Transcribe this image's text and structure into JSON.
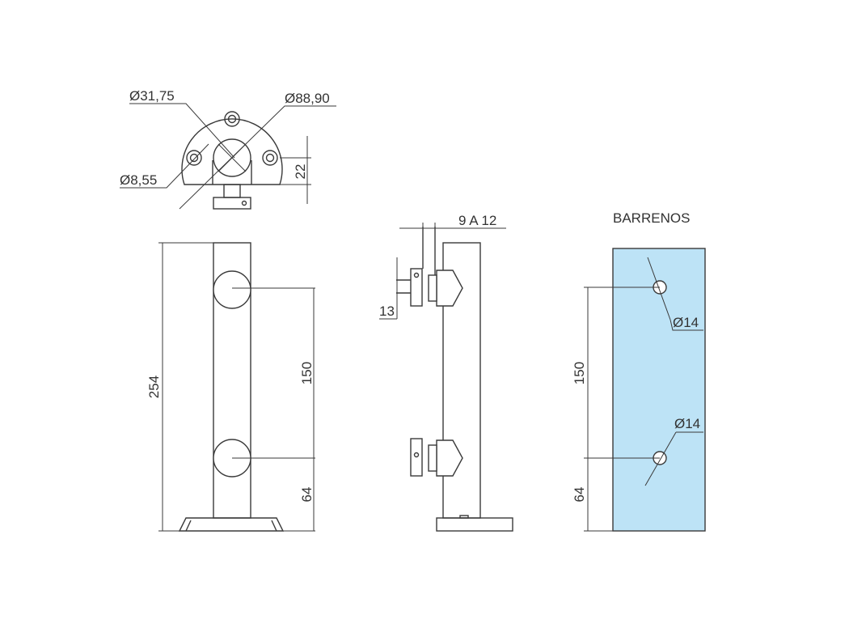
{
  "labels": {
    "dia_tube": "Ø31,75",
    "dia_flange": "Ø88,90",
    "dia_holes": "Ø8,55",
    "offset_22": "22",
    "overall_height": "254",
    "hole_spacing_front": "150",
    "bottom_offset_front": "64",
    "glass_thickness": "9 A 12",
    "clamp_dim": "13",
    "section_title": "BARRENOS",
    "hole_spacing_glass": "150",
    "bottom_offset_glass": "64",
    "hole_dia_top": "Ø14",
    "hole_dia_bottom": "Ø14"
  },
  "colors": {
    "line": "#3a3a3a",
    "glass_fill": "#bde3f6"
  }
}
